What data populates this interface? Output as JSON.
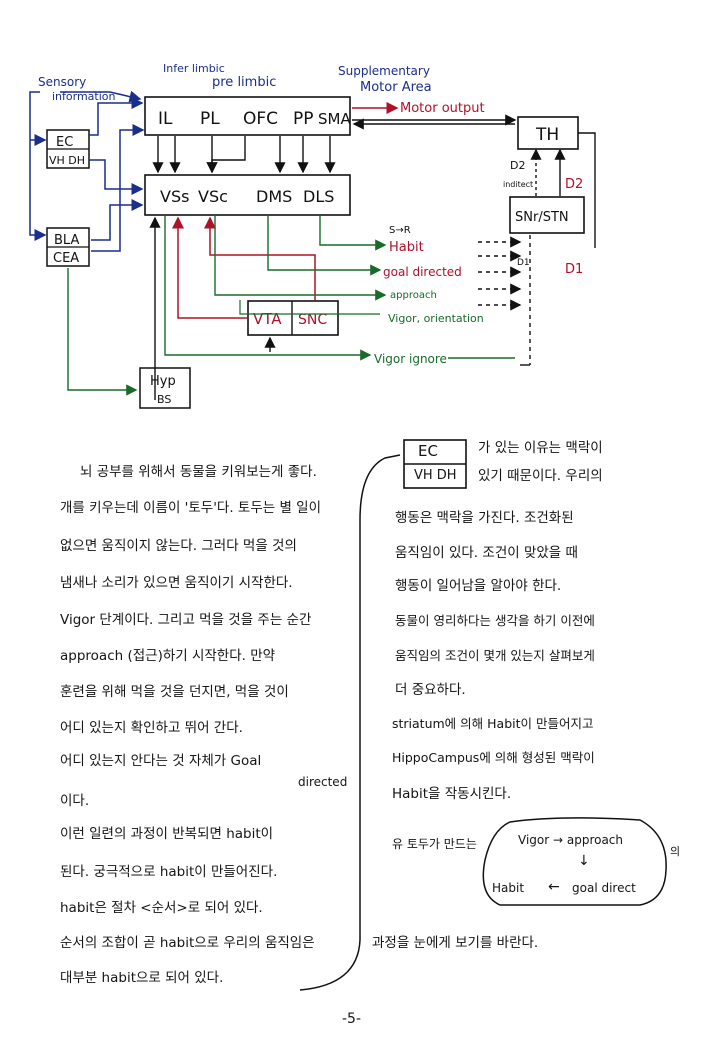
{
  "diagram": {
    "labels": {
      "sensory": [
        "Sensory",
        "information"
      ],
      "infer_limbic": "Infer limbic",
      "pre_limbic": "pre limbic",
      "supplementary": [
        "Supplementary",
        "Motor Area"
      ],
      "motor_output": "Motor output",
      "cortex_regions": [
        "IL",
        "PL",
        "OFC",
        "PP",
        "SMA"
      ],
      "striatum_regions": [
        "VSs",
        "VSc",
        "DMS",
        "DLS"
      ],
      "ec": "EC",
      "vh_dh": "VH DH",
      "bla": "BLA",
      "cea": "CEA",
      "th": "TH",
      "snr_stn": "SNr/STN",
      "d2_top": "D2",
      "inditect": "inditect",
      "d2_red": "D2",
      "d1_red": "D1",
      "d1_small": "D1",
      "vta": "VTA",
      "snc": "SNC",
      "hyp": "Hyp",
      "bs": "BS",
      "s_to_r": "S→R",
      "habit": "Habit",
      "goal_directed": "goal directed",
      "approach": "approach",
      "vigor_orientation": "Vigor, orientation",
      "vigor_ignore": "Vigor ignore"
    },
    "colors": {
      "ink": "#111111",
      "blue": "#1a2f8a",
      "red": "#b0102a",
      "green": "#1a6b2a"
    }
  },
  "left_text": {
    "lines": [
      "뇌 공부를 위해서 동물을 키워보는게 좋다.",
      "개를 키우는데 이름이 '토두'다. 토두는 별 일이",
      "없으면 움직이지 않는다. 그러다 먹을 것의",
      "냄새나 소리가 있으면 움직이기 시작한다.",
      "Vigor 단계이다. 그리고 먹을 것을 주는 순간",
      "approach (접근)하기 시작한다. 만약",
      "훈련을 위해 먹을 것을 던지면, 먹을 것이",
      "어디 있는지 확인하고 뛰어 간다.",
      "어디 있는지 안다는 것 자체가 Goal",
      "directed",
      "이다.",
      "이런 일련의 과정이 반복되면 habit이",
      "된다. 궁극적으로 habit이 만들어진다.",
      "habit은 절차 <순서>로 되어 있다.",
      "순서의 조합이 곧 habit으로 우리의 움직임은",
      "대부분 habit으로 되어 있다."
    ]
  },
  "right_text": {
    "ec_box": {
      "top": "EC",
      "bottom": "VH DH"
    },
    "lines": [
      "가 있는 이유는 맥락이",
      "있기 때문이다. 우리의",
      "행동은 맥락을 가진다. 조건화된",
      "움직임이 있다. 조건이 맞았을 때",
      "행동이 일어남을 알아야 한다.",
      "동물이 영리하다는 생각을 하기 이전에",
      "움직임의 조건이 몇개 있는지 살펴보게",
      "더 중요하다.",
      "striatum에 의해 Habit이 만들어지고",
      "HippoCampus에 의해 형성된 맥락이",
      "Habit을 작동시킨다."
    ],
    "loop_prefix": "유 토두가 만드는",
    "loop_top": "Vigor → approach",
    "loop_suffix": "의",
    "loop_bottom_left": "Habit",
    "loop_bottom_arrow": "←",
    "loop_bottom_right": "goal direct",
    "final": "과정을 눈에게 보기를 바란다."
  },
  "page_number": "-5-"
}
